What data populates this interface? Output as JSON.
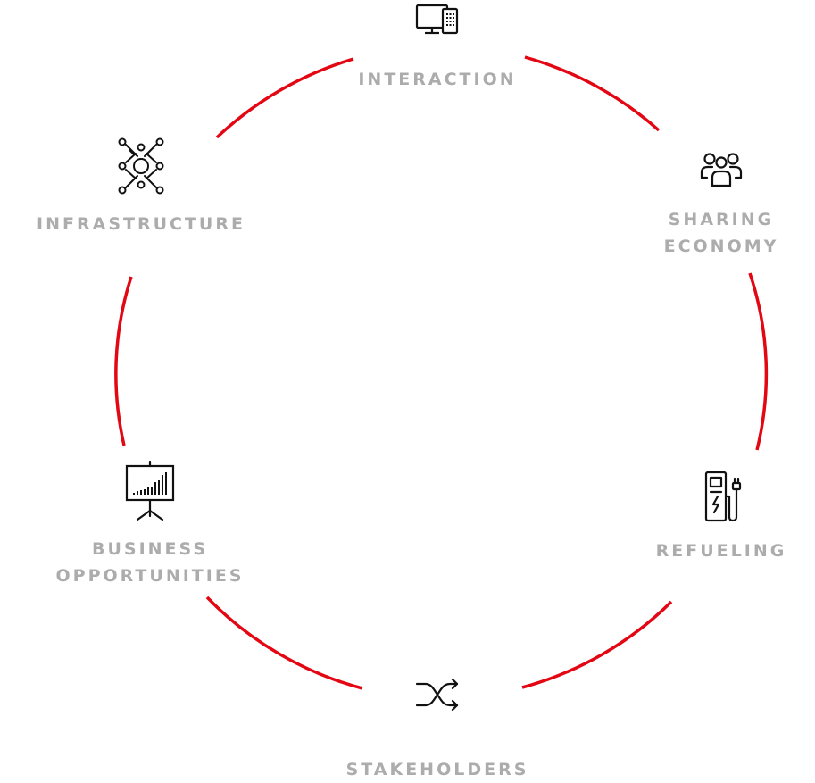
{
  "colors": {
    "ring": "#e30613",
    "label": "#acacac",
    "icon": "#111111",
    "background": "#ffffff"
  },
  "nodes": {
    "interaction": {
      "label": "INTERACTION",
      "icon": "devices-icon"
    },
    "sharing_economy": {
      "label_line1": "SHARING",
      "label_line2": "ECONOMY",
      "icon": "people-group-icon"
    },
    "refueling": {
      "label": "REFUELING",
      "icon": "charging-station-icon"
    },
    "stakeholders": {
      "label": "STAKEHOLDERS",
      "icon": "shuffle-arrows-icon"
    },
    "business_opportunities": {
      "label_line1": "BUSINESS",
      "label_line2": "OPPORTUNITIES",
      "icon": "presentation-board-icon"
    },
    "infrastructure": {
      "label": "INFRASTRUCTURE",
      "icon": "network-nodes-icon"
    }
  }
}
